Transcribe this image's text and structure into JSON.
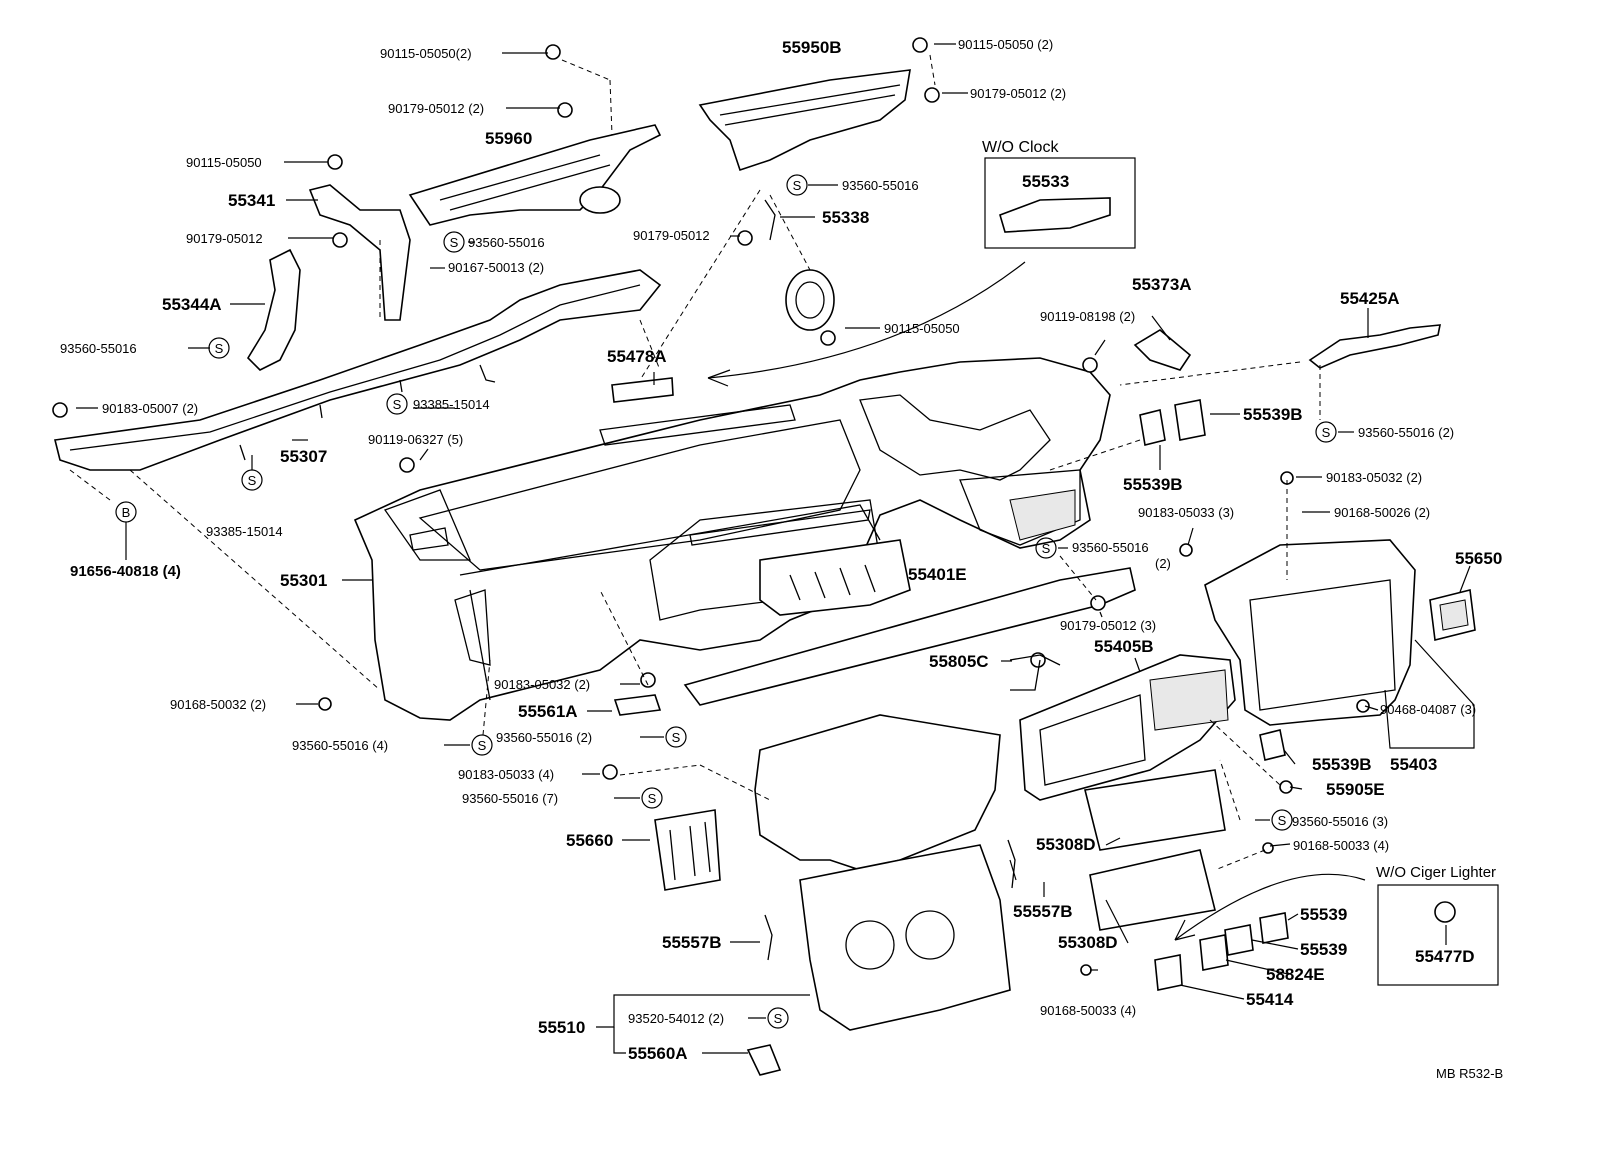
{
  "callouts": [
    {
      "id": "c1",
      "text": "90115-05050(2)"
    },
    {
      "id": "c2",
      "text": "90179-05012 (2)"
    },
    {
      "id": "c3",
      "text": "55960"
    },
    {
      "id": "c4",
      "text": "90115-05050"
    },
    {
      "id": "c5",
      "text": "55341"
    },
    {
      "id": "c6",
      "text": "90179-05012"
    },
    {
      "id": "c7",
      "text": "93560-55016"
    },
    {
      "id": "c8",
      "text": "90167-50013 (2)"
    },
    {
      "id": "c9",
      "text": "55344A"
    },
    {
      "id": "c10",
      "text": "93560-55016"
    },
    {
      "id": "c11",
      "text": "90183-05007 (2)"
    },
    {
      "id": "c12",
      "text": "93385-15014"
    },
    {
      "id": "c13",
      "text": "55307"
    },
    {
      "id": "c14",
      "text": "93385-15014"
    },
    {
      "id": "c15",
      "text": "91656-40818 (4)"
    },
    {
      "id": "c16",
      "text": "55950B"
    },
    {
      "id": "c17",
      "text": "90115-05050 (2)"
    },
    {
      "id": "c18",
      "text": "90179-05012 (2)"
    },
    {
      "id": "c19",
      "text": "93560-55016"
    },
    {
      "id": "c20",
      "text": "90179-05012"
    },
    {
      "id": "c21",
      "text": "55338"
    },
    {
      "id": "c22",
      "text": "90115-05050"
    },
    {
      "id": "c23",
      "text": "55478A"
    },
    {
      "id": "c24",
      "text": "90119-06327 (5)"
    },
    {
      "id": "c25",
      "text": "55301"
    },
    {
      "id": "c26",
      "text": "90168-50032 (2)"
    },
    {
      "id": "c27",
      "text": "93560-55016 (4)"
    },
    {
      "id": "c28",
      "text": "90183-05032 (2)"
    },
    {
      "id": "c29",
      "text": "55561A"
    },
    {
      "id": "c30",
      "text": "93560-55016 (2)"
    },
    {
      "id": "c31",
      "text": "90183-05033 (4)"
    },
    {
      "id": "c32",
      "text": "93560-55016 (7)"
    },
    {
      "id": "c33",
      "text": "55660"
    },
    {
      "id": "c34",
      "text": "55557B"
    },
    {
      "id": "c35",
      "text": "55510"
    },
    {
      "id": "c36",
      "text": "93520-54012 (2)"
    },
    {
      "id": "c37",
      "text": "55560A"
    },
    {
      "id": "c38",
      "text": "55533"
    },
    {
      "id": "c39",
      "text": "55373A"
    },
    {
      "id": "c40",
      "text": "90119-08198 (2)"
    },
    {
      "id": "c41",
      "text": "55425A"
    },
    {
      "id": "c42",
      "text": "55539B"
    },
    {
      "id": "c43",
      "text": "55539B"
    },
    {
      "id": "c44",
      "text": "93560-55016 (2)"
    },
    {
      "id": "c45",
      "text": "90183-05032 (2)"
    },
    {
      "id": "c46",
      "text": "90183-05033 (3)"
    },
    {
      "id": "c47",
      "text": "(2)"
    },
    {
      "id": "c48",
      "text": "90168-50026 (2)"
    },
    {
      "id": "c49",
      "text": "93560-55016"
    },
    {
      "id": "c50",
      "text": "55650"
    },
    {
      "id": "c51",
      "text": "55401E"
    },
    {
      "id": "c52",
      "text": "90179-05012 (3)"
    },
    {
      "id": "c53",
      "text": "55805C"
    },
    {
      "id": "c54",
      "text": "55405B"
    },
    {
      "id": "c55",
      "text": "90468-04087 (3)"
    },
    {
      "id": "c56",
      "text": "55539B"
    },
    {
      "id": "c57",
      "text": "55403"
    },
    {
      "id": "c58",
      "text": "55905E"
    },
    {
      "id": "c59",
      "text": "93560-55016 (3)"
    },
    {
      "id": "c60",
      "text": "55308D"
    },
    {
      "id": "c61",
      "text": "90168-50033 (4)"
    },
    {
      "id": "c62",
      "text": "55557B"
    },
    {
      "id": "c63",
      "text": "55308D"
    },
    {
      "id": "c64",
      "text": "55539"
    },
    {
      "id": "c65",
      "text": "55539"
    },
    {
      "id": "c66",
      "text": "58824E"
    },
    {
      "id": "c67",
      "text": "55414"
    },
    {
      "id": "c68",
      "text": "90168-50033 (4)"
    },
    {
      "id": "c69",
      "text": "55477D"
    }
  ],
  "badges": {
    "s": "S",
    "b": "B"
  },
  "insets": {
    "clock_title": "W/O Clock",
    "lighter_title": "W/O Ciger Lighter"
  },
  "footer": {
    "ref": "MB  R532-B"
  }
}
